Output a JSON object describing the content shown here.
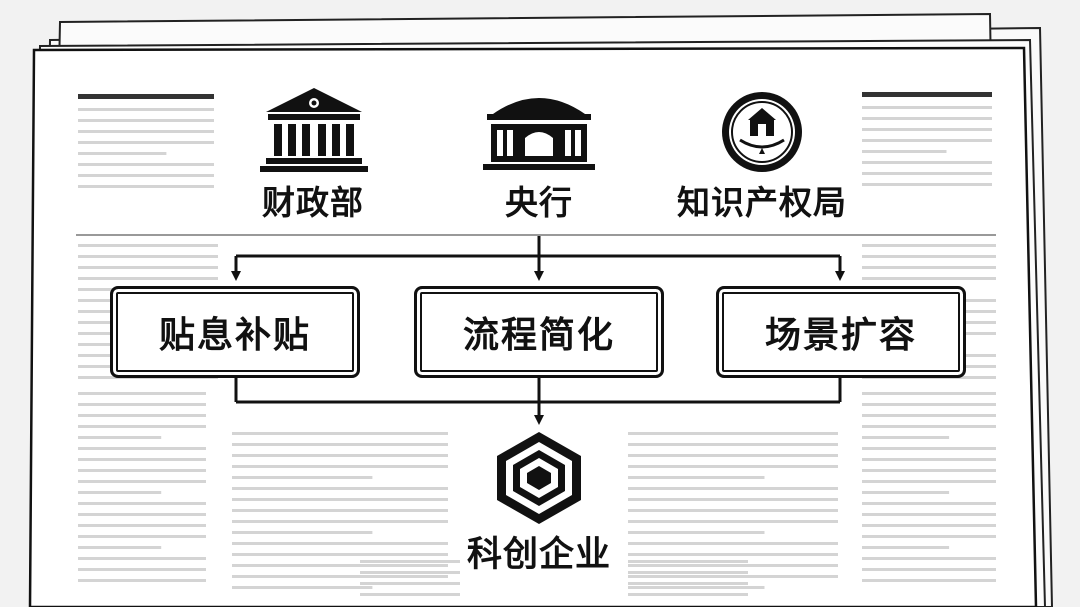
{
  "sources": [
    {
      "id": "finance",
      "label": "财政部",
      "icon": "classical-building-icon"
    },
    {
      "id": "central-bank",
      "label": "央行",
      "icon": "bank-gate-building-icon"
    },
    {
      "id": "ip-office",
      "label": "知识产权局",
      "icon": "emblem-seal-icon"
    }
  ],
  "measures": [
    {
      "id": "subsidy",
      "label": "贴息补贴"
    },
    {
      "id": "simplify",
      "label": "流程简化"
    },
    {
      "id": "expand",
      "label": "场景扩容"
    }
  ],
  "target": {
    "label": "科创企业",
    "icon": "hexagon-chip-icon"
  },
  "colors": {
    "line": "#111111",
    "paper": "#ffffff",
    "text_lines": "#d4d4d4",
    "background": "#f2f2f2"
  }
}
